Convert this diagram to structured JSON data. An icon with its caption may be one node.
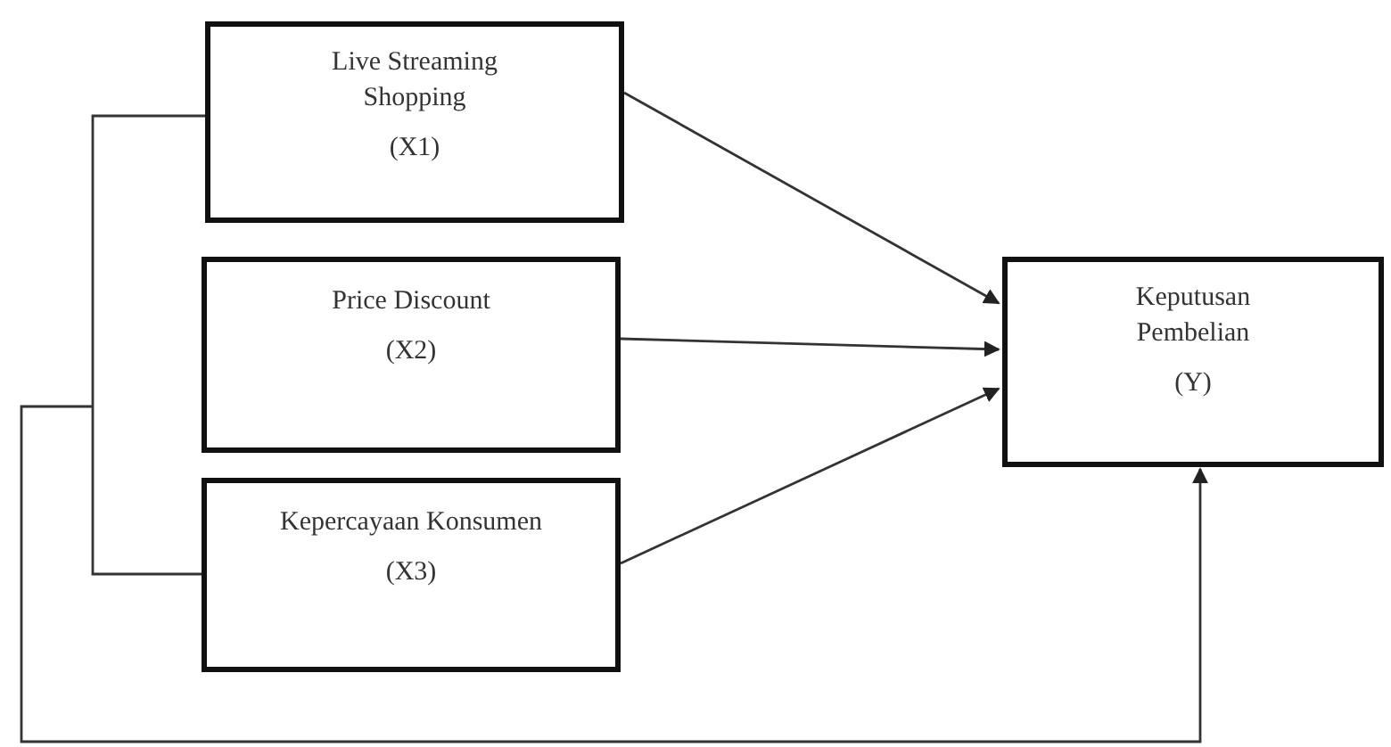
{
  "diagram": {
    "nodes": [
      {
        "text": [
          "Live Streaming Shopping",
          "(X1)"
        ]
      },
      {
        "text": [
          "Price Discount",
          "(X2)"
        ]
      },
      {
        "text": [
          "Kepercayaan Konsumen",
          "(X3)"
        ]
      },
      {
        "text": [
          "Keputusan Pembelian",
          "(Y)"
        ]
      }
    ],
    "edges": [
      {
        "from": 0,
        "to": 3,
        "arrow": "to"
      },
      {
        "from": 1,
        "to": 3,
        "arrow": "to"
      },
      {
        "from": 2,
        "to": 3,
        "arrow": "to"
      },
      {
        "from": 0,
        "to": 2,
        "arrow": "none"
      },
      {
        "from": null,
        "to": 3,
        "arrow": "to"
      }
    ]
  }
}
